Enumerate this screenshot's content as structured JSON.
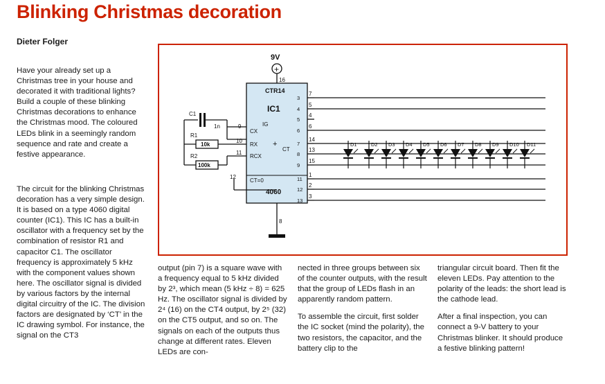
{
  "article": {
    "title": "Blinking Christmas decoration",
    "author": "Dieter Folger",
    "col1_para1": "Have your already set up a Christmas tree in your house and decorated it with traditional lights? Build a couple of these blinking Christmas decorations to enhance the Christmas mood. The coloured LEDs blink in a seemingly random sequence and rate and create a festive appearance.",
    "col1_para2": "The circuit for the blinking Christmas decoration has a very simple design. It is based on a type 4060 digital counter (IC1). This IC has a built-in oscillator with a frequency set by the combination of resistor R1 and capacitor C1. The oscillator frequency is approximately 5 kHz with the component values shown here. The oscillator signal is divided by various factors by the internal digital circuitry of the IC. The division factors are designated by ‘CT’ in the IC drawing symbol. For instance, the signal on the CT3",
    "col2": "output (pin 7) is a square wave with a frequency equal to 5 kHz divided by 2³, which mean (5 kHz ÷ 8) = 625 Hz. The oscillator signal is divided by 2⁴ (16) on the CT4 output, by 2⁵ (32) on the CT5 output, and so on. The signals on each of the outputs thus change at different rates. Eleven LEDs are con-",
    "col3_para1": "nected in three groups between six of the counter outputs, with the result that the group of LEDs flash in an apparently random pattern.",
    "col3_para2": "To assemble the circuit, first solder the IC socket (mind the polarity), the two resistors, the capacitor, and the battery clip to the",
    "col4_para1": "triangular circuit board. Then fit the eleven LEDs. Pay attention to the polarity of the leads: the short lead is the cathode lead.",
    "col4_para2": "After a final inspection, you can connect a 9-V battery to your Christmas blinker. It should produce a festive blinking pattern!"
  },
  "schematic": {
    "supply_label": "9V",
    "supply_symbol": "+",
    "pin_vcc": "16",
    "ic_type": "CTR14",
    "ic_ref": "IC1",
    "ic_part": "4060",
    "ic_cx": "CX",
    "ic_rx": "RX",
    "ic_rcx": "RCX",
    "ic_ig": "IG",
    "ic_ct": "CT",
    "ic_ct0": "CT=0",
    "ic_plus": "+",
    "pin_gnd": "8",
    "pin_9": "9",
    "pin_10": "10",
    "pin_11": "11",
    "pin_12": "12",
    "c1_label": "C1",
    "c1_value": "1n",
    "r1_label": "R1",
    "r1_value": "10k",
    "r2_label": "R2",
    "r2_value": "100k",
    "outputs": [
      {
        "ct": "3",
        "pin": "7"
      },
      {
        "ct": "4",
        "pin": "5"
      },
      {
        "ct": "5",
        "pin": "4"
      },
      {
        "ct": "6",
        "pin": "6"
      },
      {
        "ct": "7",
        "pin": "14"
      },
      {
        "ct": "8",
        "pin": "13"
      },
      {
        "ct": "9",
        "pin": "15"
      },
      {
        "ct": "11",
        "pin": "1"
      },
      {
        "ct": "12",
        "pin": "2"
      },
      {
        "ct": "13",
        "pin": "3"
      }
    ],
    "leds": [
      "D1",
      "D2",
      "D3",
      "D4",
      "D5",
      "D6",
      "D7",
      "D8",
      "D9",
      "D10",
      "D11"
    ]
  }
}
